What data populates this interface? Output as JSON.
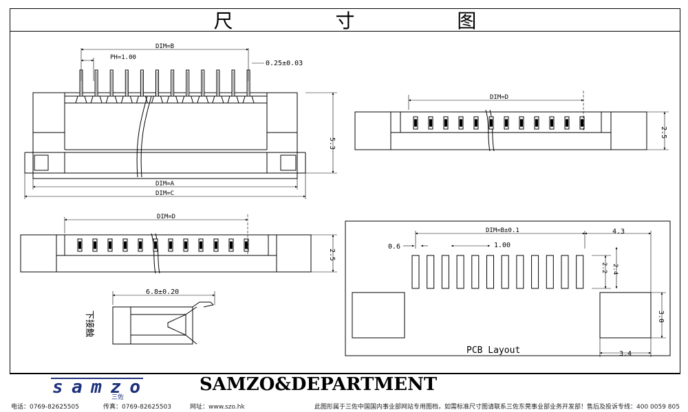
{
  "title": "尺 寸 图",
  "labels": {
    "dim_b": "DIM=B",
    "pitch": "PH=1.00",
    "pin_width": "0.25±0.03",
    "dim_a": "DIM=A",
    "dim_c": "DIM=C",
    "height_front": "5.3",
    "dim_d_top": "DIM=D",
    "height_side_top": "2.5",
    "dim_d_bottom": "DIM=D",
    "height_side_bottom": "2.5",
    "depth": "6.8±0.20",
    "contact_side": "下接触",
    "pcb_dim_b": "DIM=B±0.1",
    "pcb_edge": "4.3",
    "pcb_pad_w": "0.6",
    "pcb_pitch": "1.00",
    "pcb_pad_h1": "2.2",
    "pcb_pad_h2": "2.4",
    "pcb_mount_h": "3.0",
    "pcb_mount_w": "3.4",
    "pcb_caption": "PCB Layout"
  },
  "footer": {
    "logo_text": "samzo",
    "logo_sub": "三佐",
    "brand": "SAMZO&DEPARTMENT",
    "phone": "电话：0769-82625505",
    "fax": "传真：0769-82625503",
    "website": "网址：www.szo.hk",
    "notice": "此图形属于三佐中国国内事业部网站专用图档，如需标准尺寸图请联系三佐东莞事业部业务开发部！售后及投诉专线：400 0059 805"
  }
}
